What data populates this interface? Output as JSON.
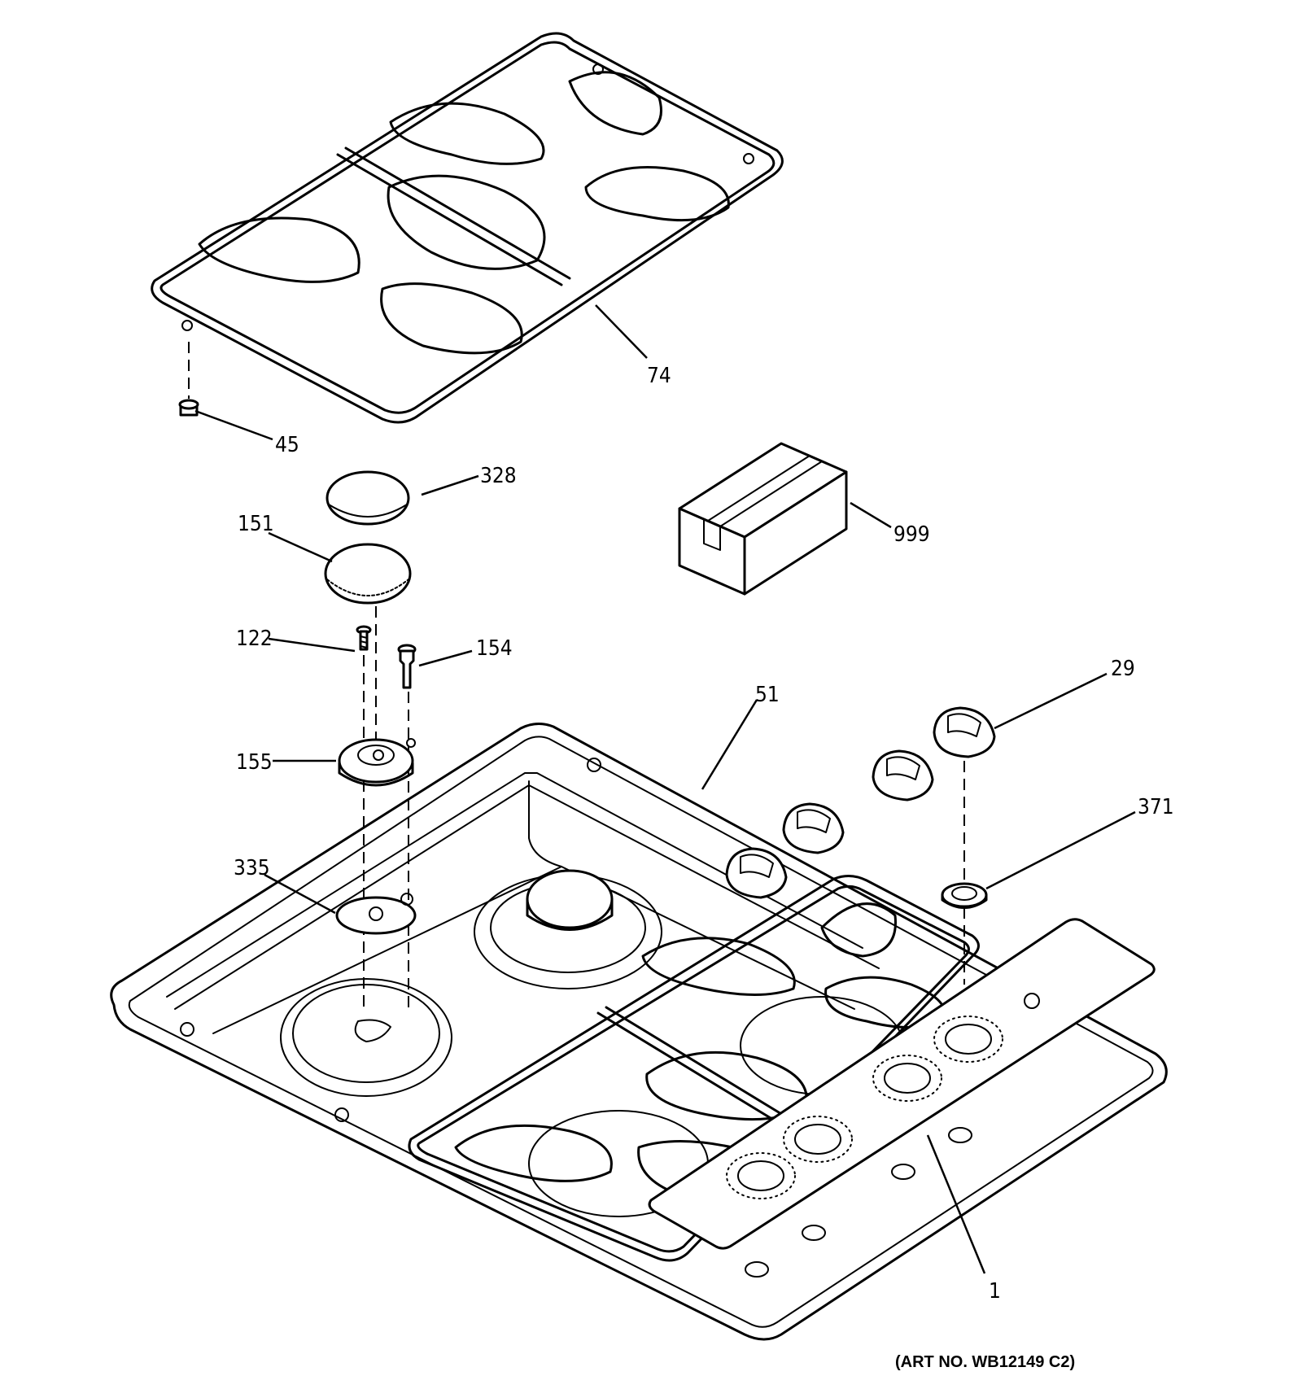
{
  "callouts": {
    "c74": "74",
    "c45": "45",
    "c328": "328",
    "c151": "151",
    "c999": "999",
    "c122": "122",
    "c154": "154",
    "c29": "29",
    "c51": "51",
    "c155": "155",
    "c371": "371",
    "c335": "335",
    "c1": "1"
  },
  "art_number": "(ART NO. WB12149 C2)"
}
